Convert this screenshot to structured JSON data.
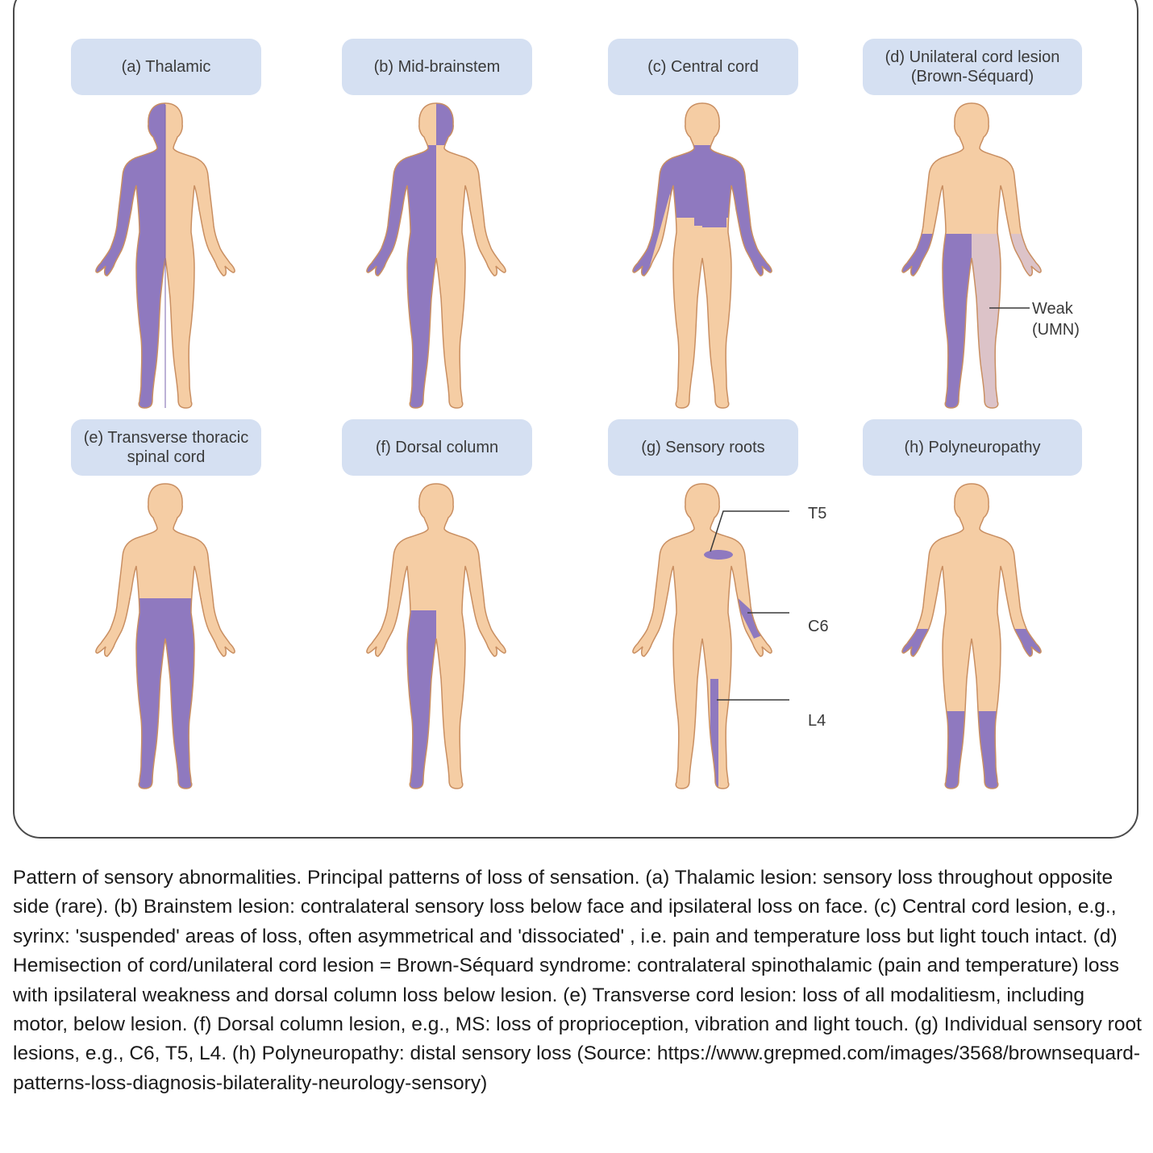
{
  "panels": [
    {
      "id": "a",
      "label": "(a) Thalamic"
    },
    {
      "id": "b",
      "label": "(b) Mid-brainstem"
    },
    {
      "id": "c",
      "label": "(c) Central cord"
    },
    {
      "id": "d",
      "label": "(d) Unilateral cord lesion\n(Brown-Séquard)"
    },
    {
      "id": "e",
      "label": "(e) Transverse thoracic\nspinal cord"
    },
    {
      "id": "f",
      "label": "(f) Dorsal column"
    },
    {
      "id": "g",
      "label": "(g) Sensory roots"
    },
    {
      "id": "h",
      "label": "(h) Polyneuropathy"
    }
  ],
  "callouts": {
    "weak": "Weak\n(UMN)",
    "t5": "T5",
    "c6": "C6",
    "l4": "L4"
  },
  "colors": {
    "skin": "#f5cda4",
    "skin_outline": "#c98f62",
    "loss": "#8f79bf",
    "weak": "#dcc3c8",
    "label_bg": "#d5e0f2"
  },
  "caption": "Pattern of sensory abnormalities. Principal patterns of loss of sensation. (a) Thalamic lesion: sensory loss throughout opposite side (rare). (b) Brainstem lesion: contralateral sensory loss below face and ipsilateral loss on face. (c) Central cord lesion, e.g., syrinx: 'suspended' areas of loss, often asymmetrical and 'dissociated' , i.e. pain and temperature loss but light touch intact. (d) Hemisection of cord/unilateral cord lesion = Brown-Séquard syndrome: contralateral spinothalamic (pain and temperature) loss with ipsilateral weakness and dorsal column loss below lesion. (e) Transverse cord lesion: loss of all modalitiesm, including motor, below lesion. (f) Dorsal column lesion, e.g., MS: loss of proprioception, vibration and light touch. (g) Individual sensory root lesions, e.g., C6, T5, L4. (h) Polyneuropathy: distal sensory loss (Source: https://www.grepmed.com/images/3568/brownsequard-patterns-loss-diagnosis-bilaterality-neurology-sensory)"
}
